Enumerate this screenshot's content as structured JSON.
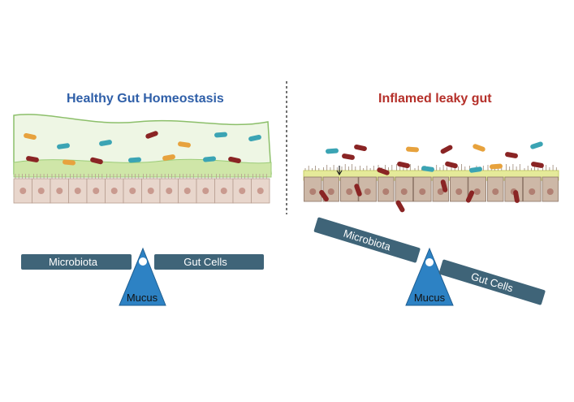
{
  "panels": {
    "healthy": {
      "title": "Healthy Gut Homeostasis",
      "title_color": "#2f5fa8",
      "beam_left_label": "Microbiota",
      "beam_right_label": "Gut Cells",
      "fulcrum_label": "Mucus",
      "tilt": "balanced"
    },
    "inflamed": {
      "title": "Inflamed leaky gut",
      "title_color": "#b5302a",
      "beam_left_label": "Microbiota",
      "beam_right_label": "Gut Cells",
      "fulcrum_label": "Mucus",
      "tilt": "tilted toward gut cells"
    }
  },
  "colors": {
    "bacteria_teal": "#3ba4b4",
    "bacteria_orange": "#e7a23d",
    "bacteria_red": "#8a2424",
    "mucus_green": "#d9edc8",
    "epithelial_cell": "#e8d6cc",
    "inflamed_cell": "#cdb8a7",
    "beam": "#3f6478",
    "fulcrum": "#2d82c4"
  }
}
